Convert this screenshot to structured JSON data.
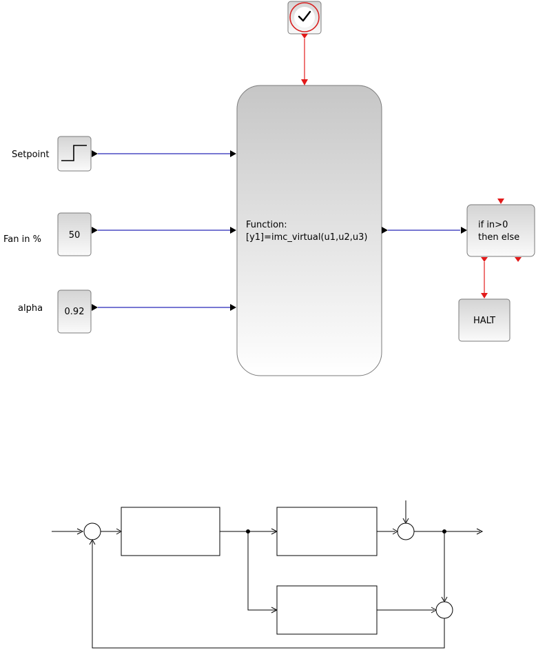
{
  "top_diagram": {
    "clock_block": {
      "icon": "clock-check-icon"
    },
    "setpoint": {
      "label": "Setpoint",
      "icon": "step-icon"
    },
    "fan": {
      "label": "Fan in %",
      "value": "50"
    },
    "alpha": {
      "label": "alpha",
      "value": "0.92"
    },
    "function_block": {
      "line1": "Function:",
      "line2": "[y1]=imc_virtual(u1,u2,u3)"
    },
    "ifthenelse_block": {
      "line1": "if in>0",
      "line2": "then else"
    },
    "halt_block": {
      "label": "HALT"
    }
  },
  "colors": {
    "data_link": "#2626b8",
    "event_link": "#e21a1a",
    "block_border": "#7a7a7a",
    "block_fill_top": "#c6c6c6",
    "block_fill_bottom": "#ffffff",
    "line_black": "#000000"
  }
}
